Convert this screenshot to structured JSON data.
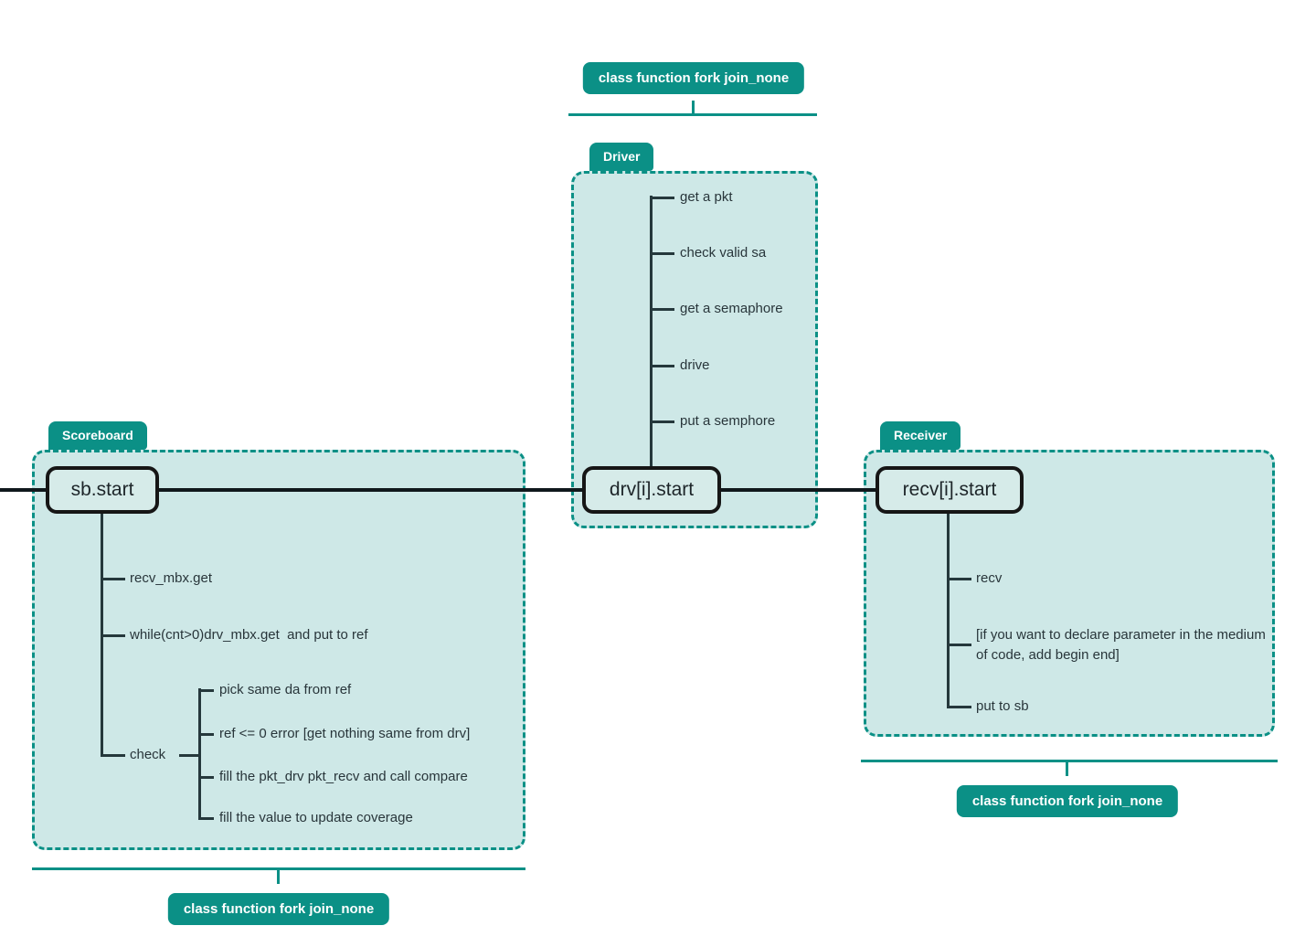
{
  "colors": {
    "teal": "#0b9086",
    "box_fill": "#cee8e7",
    "tree_line": "#25383c",
    "connector": "#10181c"
  },
  "driver": {
    "tag": "Driver",
    "node_label": "drv[i].start",
    "branches": [
      "get a pkt",
      "check valid sa",
      "get a semaphore",
      "drive",
      "put a semphore"
    ],
    "annotation": "class function fork join_none"
  },
  "scoreboard": {
    "tag": "Scoreboard",
    "node_label": "sb.start",
    "branches": [
      "recv_mbx.get",
      "while(cnt>0)drv_mbx.get  and put to ref",
      "check"
    ],
    "check_sub_branches": [
      "pick same da from ref",
      "ref <= 0 error [get nothing same from drv]",
      "fill the pkt_drv pkt_recv and call compare",
      "fill the value to update coverage"
    ],
    "annotation": "class function fork join_none"
  },
  "receiver": {
    "tag": "Receiver",
    "node_label": "recv[i].start",
    "branches": [
      "recv",
      "[if you want to declare parameter in the medium of code, add begin end]",
      "put to sb"
    ],
    "annotation": "class function fork join_none"
  }
}
